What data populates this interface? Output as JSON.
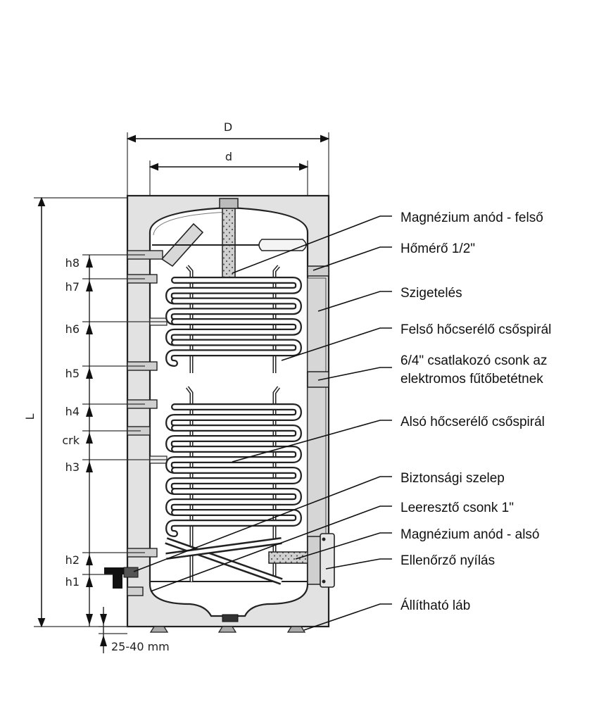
{
  "dimensions": {
    "outer_diameter": "D",
    "inner_diameter": "d",
    "length": "L",
    "foot_range": "25-40 mm"
  },
  "heights": [
    "h8",
    "h7",
    "h6",
    "h5",
    "h4",
    "crk",
    "h3",
    "h2",
    "h1"
  ],
  "labels": [
    {
      "line1": "Magnézium anód - felső"
    },
    {
      "line1": "Hőmérő 1/2\""
    },
    {
      "line1": "Szigetelés"
    },
    {
      "line1": "Felső hőcserélő csőspirál"
    },
    {
      "line1": "6/4\" csatlakozó csonk az",
      "line2": "elektromos fűtőbetétnek"
    },
    {
      "line1": "Alsó hőcserélő csőspirál"
    },
    {
      "line1": "Biztonsági szelep"
    },
    {
      "line1": "Leeresztő csonk 1\""
    },
    {
      "line1": "Magnézium anód - alsó"
    },
    {
      "line1": "Ellenőrző nyílás"
    },
    {
      "line1": "Állítható láb"
    }
  ]
}
